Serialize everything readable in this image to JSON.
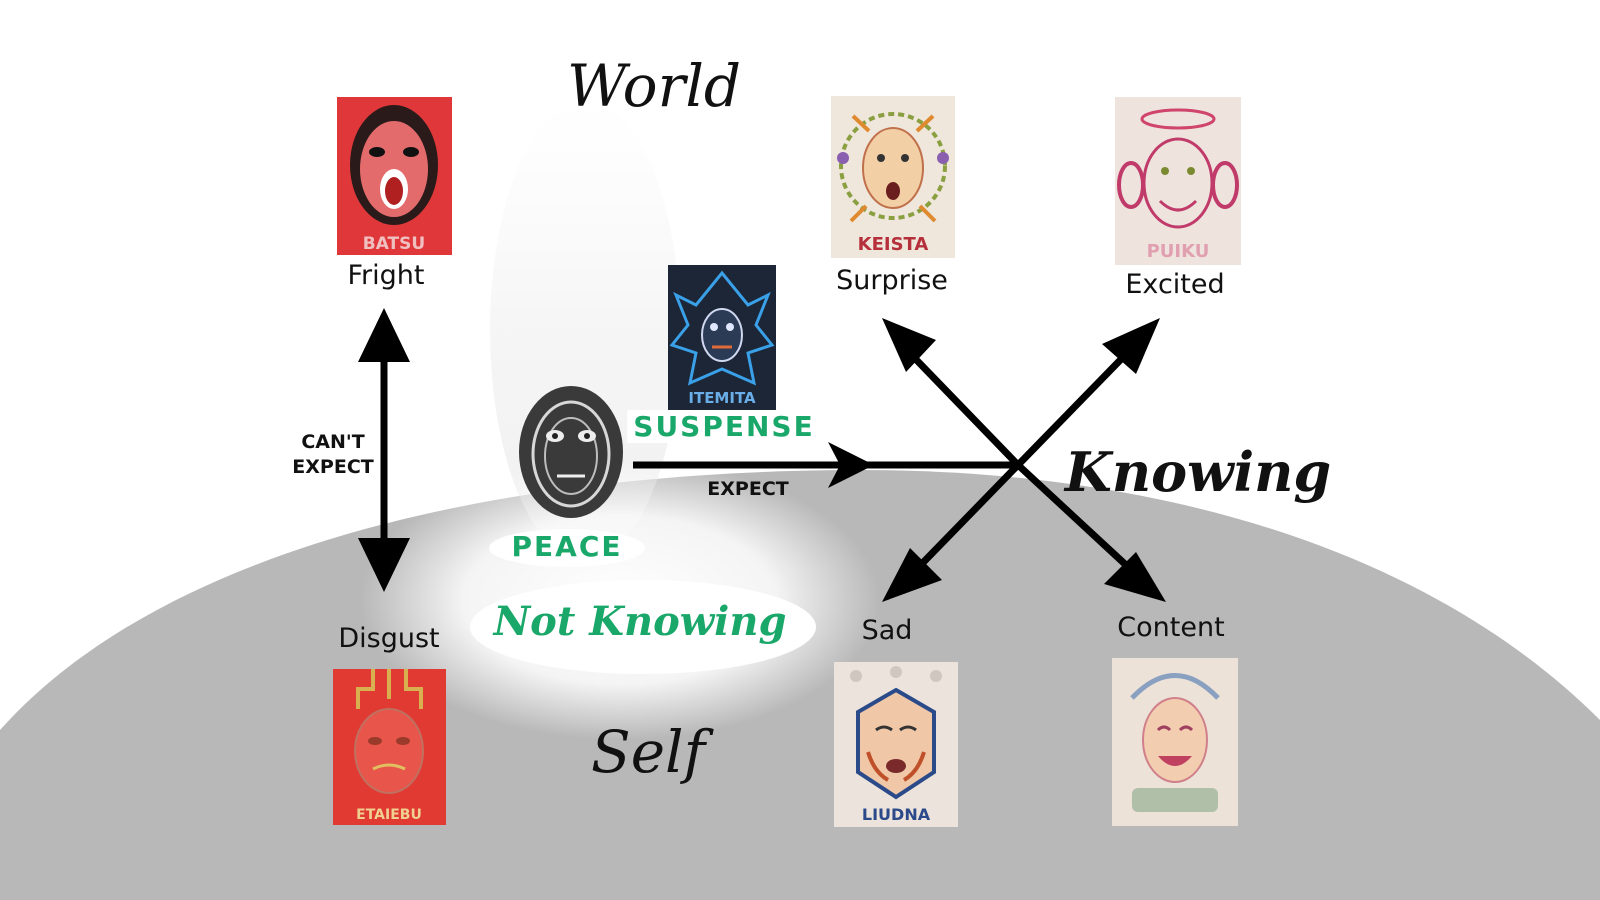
{
  "regions": {
    "world": "World",
    "self": "Self",
    "knowing": "Knowing",
    "not_knowing": "Not Knowing"
  },
  "states": {
    "peace": "PEACE",
    "suspense": "SUSPENSE"
  },
  "arrows": {
    "cant_expect_line1": "CAN'T",
    "cant_expect_line2": "EXPECT",
    "expect": "EXPECT"
  },
  "emotions": {
    "fright": "Fright",
    "surprise": "Surprise",
    "excited": "Excited",
    "disgust": "Disgust",
    "sad": "Sad",
    "content": "Content"
  },
  "painting_captions": {
    "fright": "BATSU",
    "surprise": "KEISTA",
    "excited": "PUIKU",
    "suspense": "ITEMITA",
    "disgust": "ETAIEBU",
    "sad": "LIUDNA"
  },
  "colors": {
    "hill": "#b8b8b8",
    "accent_green": "#1aa86a",
    "arrow": "#000000"
  }
}
